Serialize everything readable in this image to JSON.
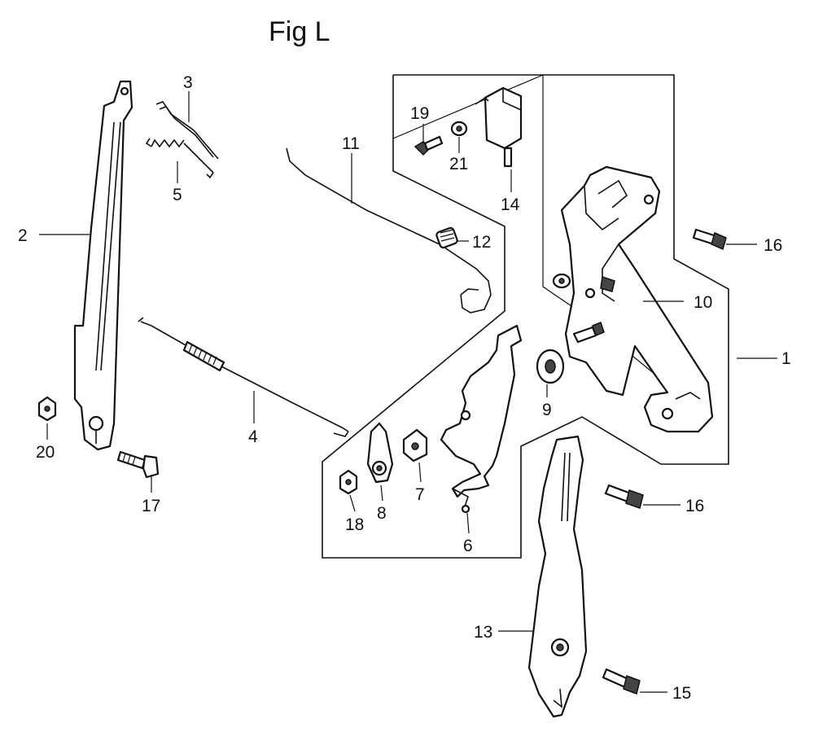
{
  "figure": {
    "title": "Fig L"
  },
  "callouts": [
    {
      "id": "c1",
      "number": "1"
    },
    {
      "id": "c2",
      "number": "2"
    },
    {
      "id": "c3",
      "number": "3"
    },
    {
      "id": "c4",
      "number": "4"
    },
    {
      "id": "c5",
      "number": "5"
    },
    {
      "id": "c6",
      "number": "6"
    },
    {
      "id": "c7",
      "number": "7"
    },
    {
      "id": "c8",
      "number": "8"
    },
    {
      "id": "c9",
      "number": "9"
    },
    {
      "id": "c10",
      "number": "10"
    },
    {
      "id": "c11",
      "number": "11"
    },
    {
      "id": "c12",
      "number": "12"
    },
    {
      "id": "c13",
      "number": "13"
    },
    {
      "id": "c14",
      "number": "14"
    },
    {
      "id": "c15",
      "number": "15"
    },
    {
      "id": "c16a",
      "number": "16"
    },
    {
      "id": "c16b",
      "number": "16"
    },
    {
      "id": "c17",
      "number": "17"
    },
    {
      "id": "c18",
      "number": "18"
    },
    {
      "id": "c19",
      "number": "19"
    },
    {
      "id": "c20",
      "number": "20"
    },
    {
      "id": "c21",
      "number": "21"
    }
  ]
}
